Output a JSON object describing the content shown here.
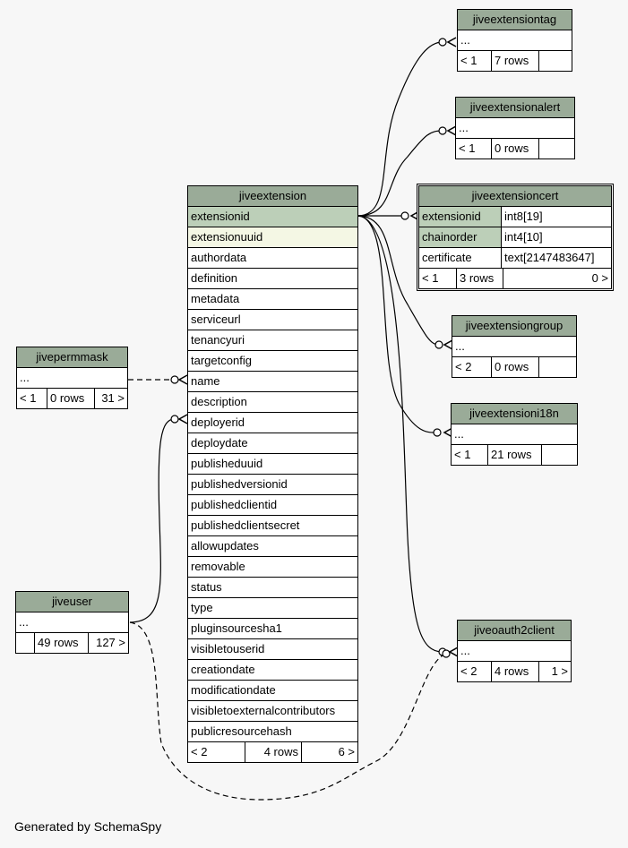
{
  "footer_text": "Generated by SchemaSpy",
  "tables": {
    "jiveextensiontag": {
      "name": "jiveextensiontag",
      "row1": "...",
      "f1": "< 1",
      "f2": "7 rows",
      "f3": ""
    },
    "jiveextensionalert": {
      "name": "jiveextensionalert",
      "row1": "...",
      "f1": "< 1",
      "f2": "0 rows",
      "f3": ""
    },
    "jiveextensioncert": {
      "name": "jiveextensioncert",
      "rows": [
        {
          "col": "extensionid",
          "type": "int8[19]"
        },
        {
          "col": "chainorder",
          "type": "int4[10]"
        },
        {
          "col": "certificate",
          "type": "text[2147483647]"
        }
      ],
      "f1": "< 1",
      "f2": "3 rows",
      "f3": "0 >"
    },
    "jiveextensiongroup": {
      "name": "jiveextensiongroup",
      "row1": "...",
      "f1": "< 2",
      "f2": "0 rows",
      "f3": ""
    },
    "jiveextensioni18n": {
      "name": "jiveextensioni18n",
      "row1": "...",
      "f1": "< 1",
      "f2": "21 rows",
      "f3": ""
    },
    "jiveoauth2client": {
      "name": "jiveoauth2client",
      "row1": "...",
      "f1": "< 2",
      "f2": "4 rows",
      "f3": "1 >"
    },
    "jivepermmask": {
      "name": "jivepermmask",
      "row1": "...",
      "f1": "< 1",
      "f2": "0 rows",
      "f3": "31 >"
    },
    "jiveuser": {
      "name": "jiveuser",
      "row1": "...",
      "f1": "",
      "f2": "49 rows",
      "f3": "127 >"
    },
    "jiveextension": {
      "name": "jiveextension",
      "columns": [
        "extensionid",
        "extensionuuid",
        "authordata",
        "definition",
        "metadata",
        "serviceurl",
        "tenancyuri",
        "targetconfig",
        "name",
        "description",
        "deployerid",
        "deploydate",
        "publisheduuid",
        "publishedversionid",
        "publishedclientid",
        "publishedclientsecret",
        "allowupdates",
        "removable",
        "status",
        "type",
        "pluginsourcesha1",
        "visibletouserid",
        "creationdate",
        "modificationdate",
        "visibletoexternalcontributors",
        "publicresourcehash"
      ],
      "f1": "< 2",
      "f2": "4 rows",
      "f3": "6 >"
    }
  }
}
